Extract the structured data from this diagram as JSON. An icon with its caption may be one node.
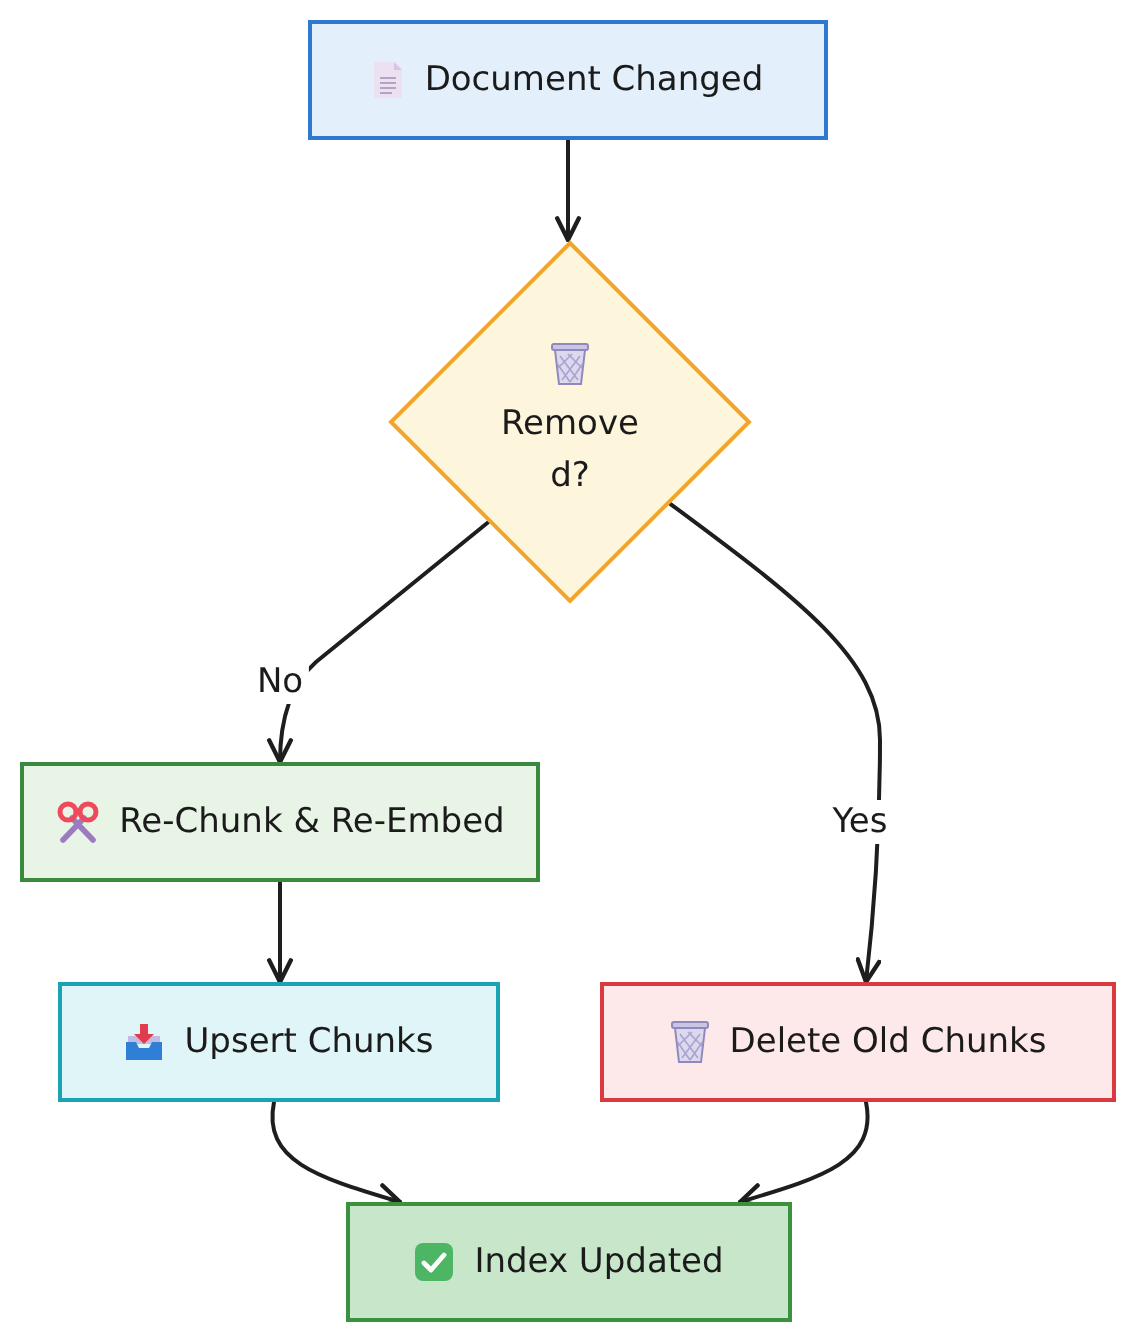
{
  "diagram": {
    "nodes": [
      {
        "text": [
          "Document Changed"
        ]
      },
      {
        "text": [
          "Removed?"
        ]
      },
      {
        "text": [
          "Re-Chunk & Re-Embed"
        ]
      },
      {
        "text": [
          "Upsert Chunks"
        ]
      },
      {
        "text": [
          "Delete Old Chunks"
        ]
      },
      {
        "text": [
          "Index Updated"
        ]
      }
    ],
    "edges": [
      {
        "from": 0,
        "to": 1,
        "arrow": "to"
      },
      {
        "from": 1,
        "to": 2,
        "arrow": "to",
        "label": "No"
      },
      {
        "from": 1,
        "to": 4,
        "arrow": "to",
        "label": "Yes"
      },
      {
        "from": 2,
        "to": 3,
        "arrow": "to"
      },
      {
        "from": 3,
        "to": 5,
        "arrow": "to"
      },
      {
        "from": 4,
        "to": 5,
        "arrow": "to"
      }
    ]
  }
}
